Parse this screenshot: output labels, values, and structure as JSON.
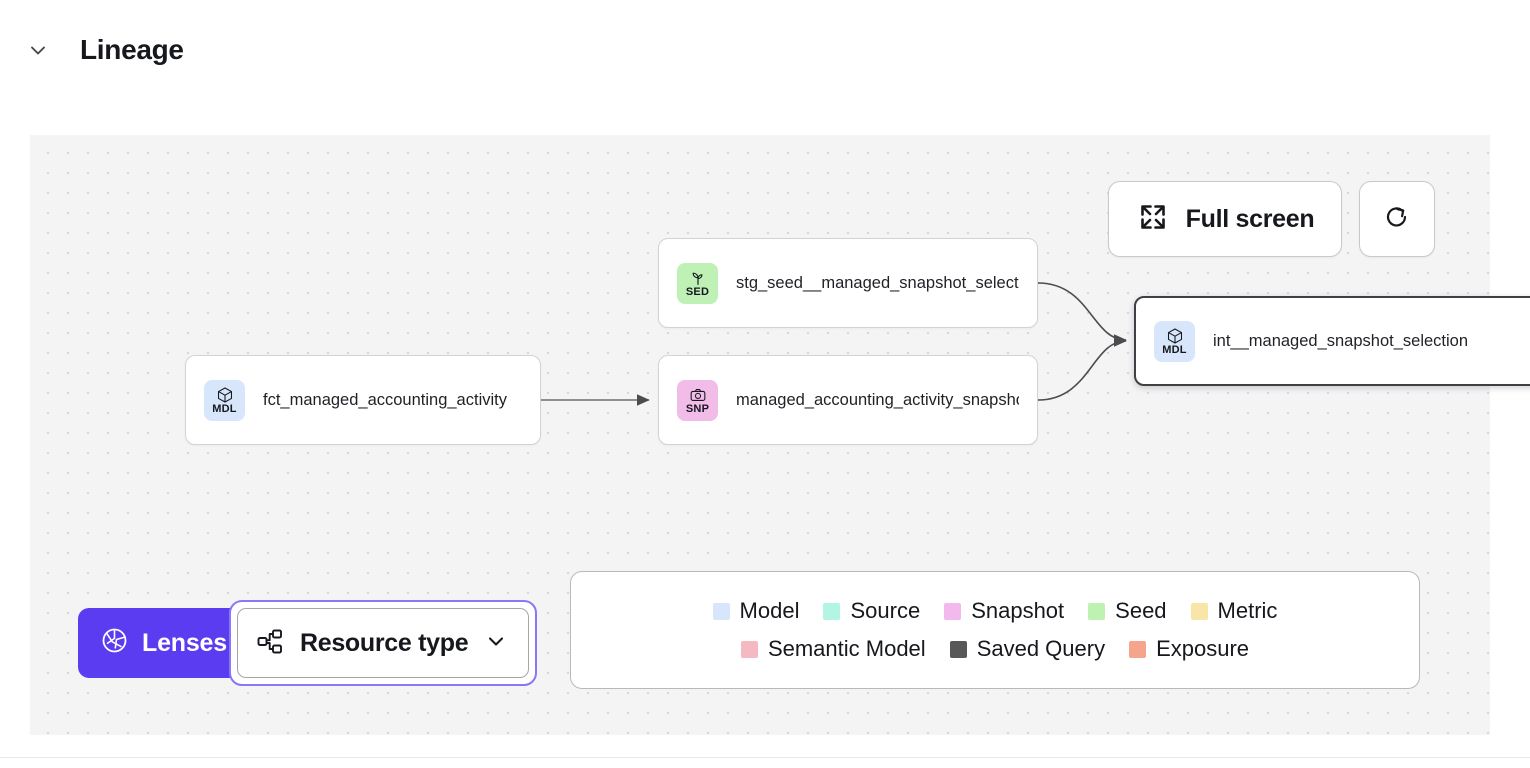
{
  "header": {
    "title": "Lineage",
    "toggle_icon": "chevron-down-icon"
  },
  "canvas": {
    "controls": {
      "fullscreen_label": "Full screen",
      "fullscreen_icon": "expand-arrows-icon",
      "refresh_icon": "refresh-icon"
    },
    "nodes": [
      {
        "id": "fct_managed_accounting_activity",
        "label": "fct_managed_accounting_activity",
        "badge": "MDL",
        "badge_icon": "cube-icon",
        "type": "Model",
        "color": "#d7e6fb",
        "selected": false
      },
      {
        "id": "stg_seed__managed_snapshot_selection",
        "label": "stg_seed__managed_snapshot_selecti...",
        "badge": "SED",
        "badge_icon": "sprout-icon",
        "type": "Seed",
        "color": "#bff0b6",
        "selected": false
      },
      {
        "id": "managed_accounting_activity_snapshot",
        "label": "managed_accounting_activity_snapshot",
        "badge": "SNP",
        "badge_icon": "camera-icon",
        "type": "Snapshot",
        "color": "#f2bce8",
        "selected": false
      },
      {
        "id": "int__managed_snapshot_selection",
        "label": "int__managed_snapshot_selection",
        "badge": "MDL",
        "badge_icon": "cube-icon",
        "type": "Model",
        "color": "#d7e6fb",
        "selected": true
      }
    ]
  },
  "legend": {
    "row1": [
      {
        "label": "Model",
        "color": "#d7e6fb"
      },
      {
        "label": "Source",
        "color": "#b2f5e4"
      },
      {
        "label": "Snapshot",
        "color": "#f2b9ec"
      },
      {
        "label": "Seed",
        "color": "#bdf2b1"
      },
      {
        "label": "Metric",
        "color": "#f7e6a8"
      }
    ],
    "row2": [
      {
        "label": "Semantic Model",
        "color": "#f5b9c4"
      },
      {
        "label": "Saved Query",
        "color": "#585858"
      },
      {
        "label": "Exposure",
        "color": "#f4a58c"
      }
    ]
  },
  "toolbar": {
    "lenses_label": "Lenses",
    "lenses_icon": "aperture-icon",
    "lenses_color": "#5b3cf0",
    "resource_type_label": "Resource type",
    "resource_type_icon": "hierarchy-icon",
    "resource_type_chevron": "chevron-down-icon"
  }
}
